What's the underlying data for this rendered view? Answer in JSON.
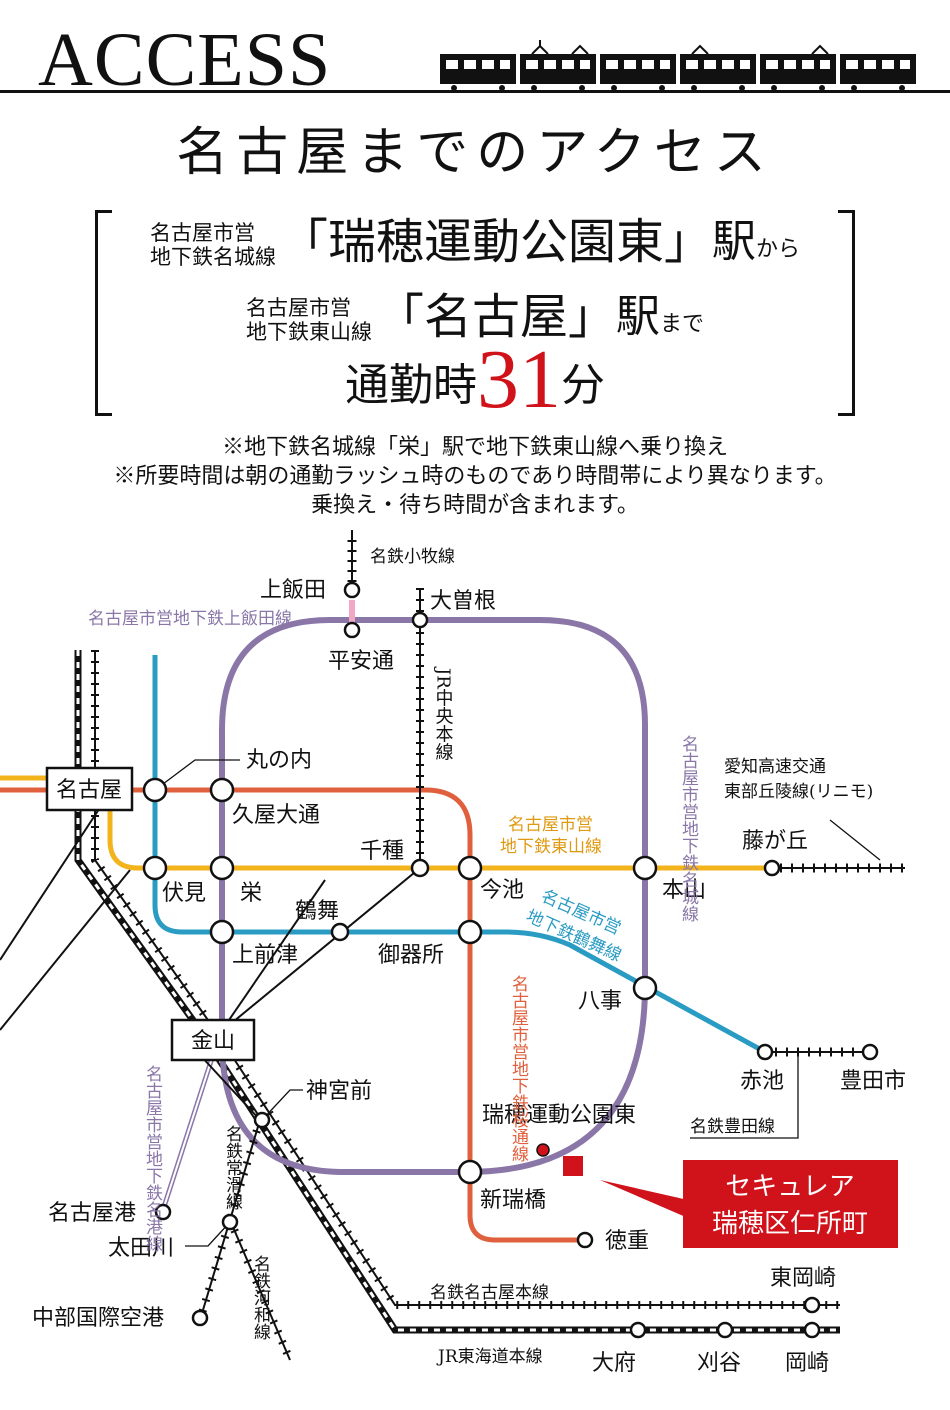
{
  "header": {
    "title": "ACCESS"
  },
  "headline": "名古屋までのアクセス",
  "route": {
    "from_line": [
      "名古屋市営",
      "地下鉄名城線"
    ],
    "from_station": "「瑞穂運動公園東」",
    "eki1": "駅",
    "kara": "から",
    "to_line": [
      "名古屋市営",
      "地下鉄東山線"
    ],
    "to_station": "「名古屋」",
    "eki2": "駅",
    "made": "まで",
    "commute_prefix": "通勤時",
    "minutes": "31",
    "unit": "分"
  },
  "notes": [
    "※地下鉄名城線「栄」駅で地下鉄東山線へ乗り換え",
    "※所要時間は朝の通勤ラッシュ時のものであり時間帯により異なります。",
    "乗換え・待ち時間が含まれます。"
  ],
  "map": {
    "stations": {
      "nagoya": "名古屋",
      "kanayama": "金山",
      "marunouchi": "丸の内",
      "hisaya": "久屋大通",
      "fushimi": "伏見",
      "sakae": "栄",
      "kamimaezu": "上前津",
      "tsurumai": "鶴舞",
      "chikusa": "千種",
      "imaike": "今池",
      "gokiso": "御器所",
      "motoyama": "本山",
      "fujigaoka": "藤が丘",
      "yagoto": "八事",
      "akaike": "赤池",
      "toyotashi": "豊田市",
      "heian": "平安通",
      "kamiiida": "上飯田",
      "ozone": "大曽根",
      "jingu": "神宮前",
      "mizuho": "瑞穂運動公園東",
      "shinmizuho": "新瑞橋",
      "tokushige": "徳重",
      "nagoyako": "名古屋港",
      "otagawa": "太田川",
      "centrair": "中部国際空港",
      "higashiokazaki": "東岡崎",
      "obu": "大府",
      "kariya": "刈谷",
      "okazaki": "岡崎"
    },
    "lines": {
      "komaki": "名鉄小牧線",
      "kamiiida_line": "名古屋市営地下鉄上飯田線",
      "chuo": "JR中央本線",
      "meijo": "名古屋市営地下鉄名城線",
      "linimo": [
        "愛知高速交通",
        "東部丘陵線(リニモ)"
      ],
      "higashiyama": [
        "名古屋市営",
        "地下鉄東山線"
      ],
      "tsurumai_line": [
        "名古屋市営",
        "地下鉄鶴舞線"
      ],
      "sakuradori": "名古屋市営地下鉄桜通線",
      "meiko": "名古屋市営地下鉄名港線",
      "tokoname": "名鉄常滑線",
      "kowa": "名鉄河和線",
      "toyota_line": "名鉄豊田線",
      "meitetsu_main": "名鉄名古屋本線",
      "jr_tokaido": "JR東海道本線"
    },
    "property": [
      "セキュレア",
      "瑞穂区仁所町"
    ],
    "colors": {
      "higashiyama": "#F2B31B",
      "sakura": "#E0603E",
      "tsurumai": "#2A9CC3",
      "meijo": "#8A77A8",
      "kamiiida": "#F0A8C4",
      "accent": "#D0121B"
    }
  }
}
